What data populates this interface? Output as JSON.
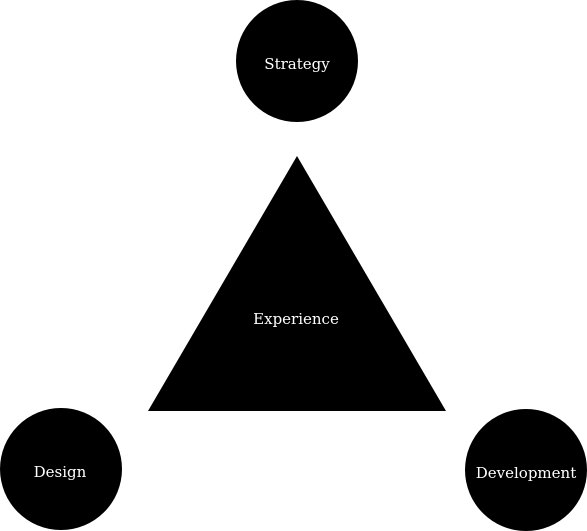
{
  "diagram": {
    "center": {
      "label": "Experience",
      "shape": "triangle",
      "color": "#000000"
    },
    "nodes": [
      {
        "id": "strategy",
        "label": "Strategy",
        "shape": "circle",
        "color": "#000000"
      },
      {
        "id": "design",
        "label": "Design",
        "shape": "circle",
        "color": "#000000"
      },
      {
        "id": "development",
        "label": "Development",
        "shape": "circle",
        "color": "#000000"
      }
    ],
    "label_color": "#ffffff"
  }
}
